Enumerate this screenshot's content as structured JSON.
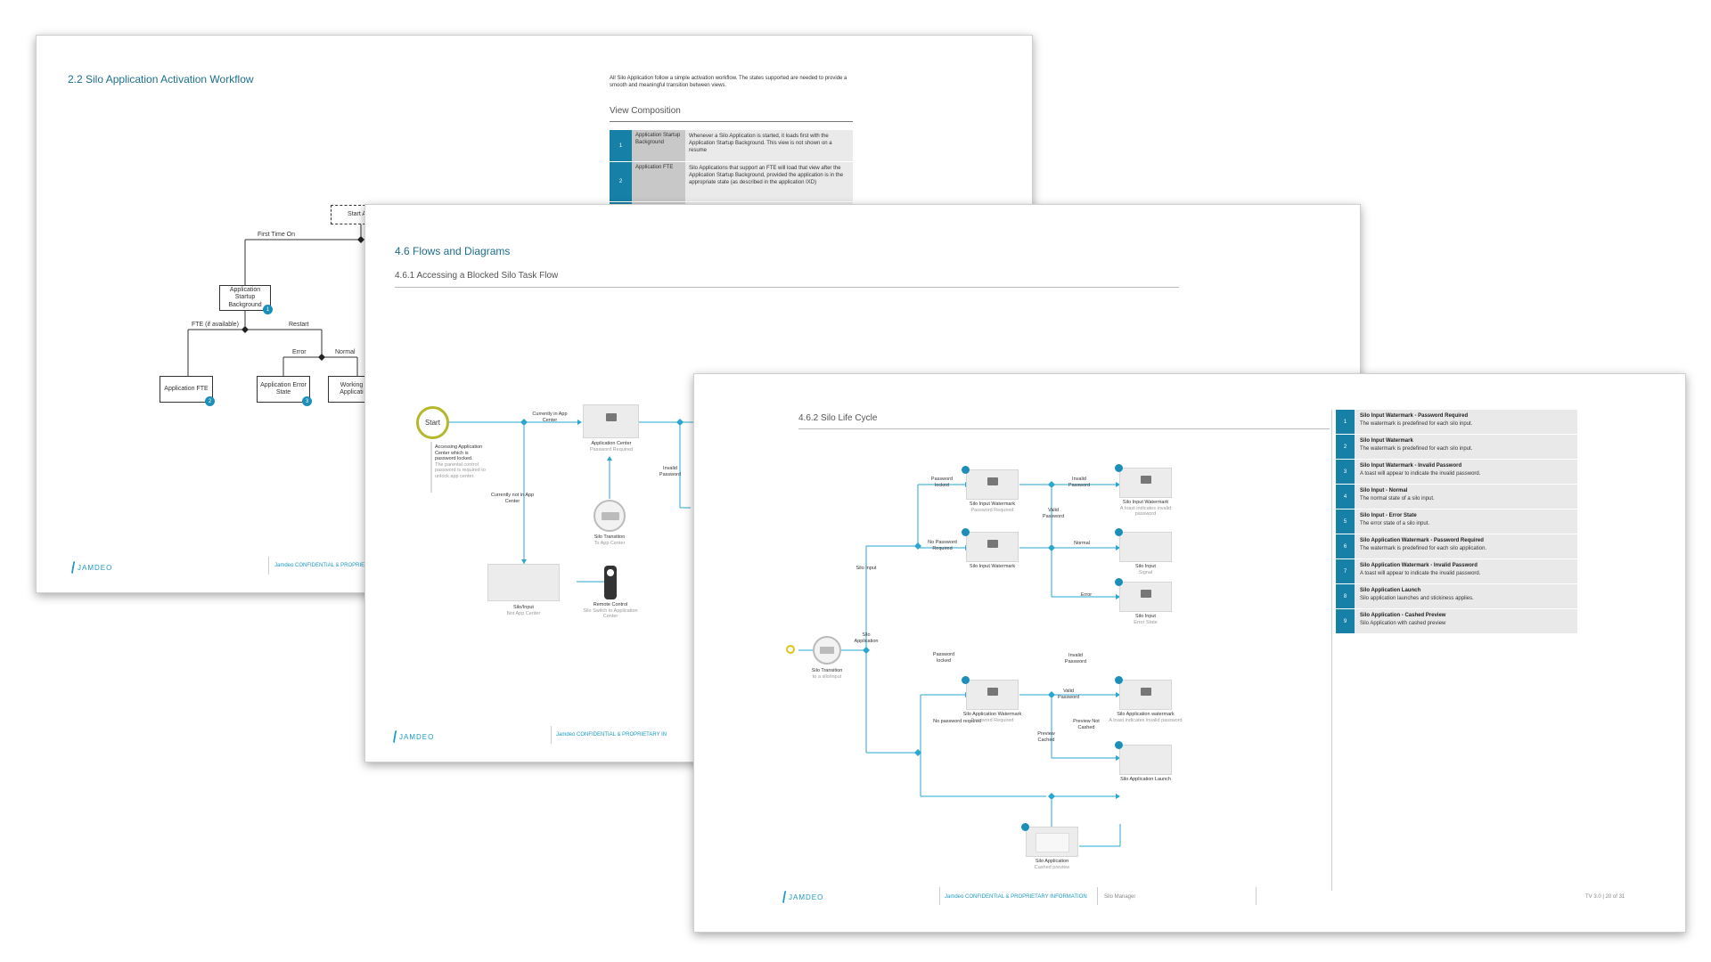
{
  "page1": {
    "section_title": "2.2  Silo Application Activation Workflow",
    "intro": "All Silo Application follow a simple activation workflow. The states supported are needed to  provide a smooth and meaningful transition  between views.",
    "view_composition_title": "View Composition",
    "table": [
      {
        "num": "1",
        "name": "Application Startup Background",
        "desc": "Whenever a Silo Application is started, it loads first with the Application Startup Background.  This view is not shown on a resume"
      },
      {
        "num": "2",
        "name": "Application FTE",
        "desc": "Silo Applications that support an FTE will load that view after the Application Startup Background, provided the application is in the appropriate state (as described in the application IXD)"
      }
    ],
    "diagram": {
      "start": "Start A",
      "first_time_on": "First Time On",
      "startup_bg": "Application Startup Background",
      "fte_if_available": "FTE (if available)",
      "restart": "Restart",
      "error": "Error",
      "normal": "Normal",
      "app_fte": "Application FTE",
      "app_error_state": "Application Error State",
      "working_app": "Working Applicati",
      "badge1": "1",
      "badge2": "2",
      "badge3": "3"
    },
    "footer": {
      "logo": "JAMDEO",
      "confidential": "Jamdeo CONFIDENTIAL & PROPRIETARY"
    }
  },
  "page2": {
    "section_title": "4.6  Flows and Diagrams",
    "subsection_title": "4.6.1  Accessing a Blocked Silo Task Flow",
    "diagram": {
      "start": "Start",
      "start_note_black": "Accessing Application Center which is password locked.",
      "start_note_grey": "The parental control password is required to unlock app center.",
      "currently_in": "Currently in App Center",
      "currently_not_in": "Currently not in App Center",
      "app_center": "Application Center",
      "app_center_sub": "Password Required",
      "silo_transition": "Silo Transition",
      "silo_transition_sub": "To App Center",
      "silo_input": "Silo/Input",
      "silo_input_sub": "Not App Center",
      "remote_control": "Remote Control",
      "remote_control_sub": "Silo Switch to Application Center",
      "invalid_password": "Invalid Password"
    },
    "footer": {
      "logo": "JAMDEO",
      "confidential": "Jamdeo CONFIDENTIAL & PROPRIETARY IN"
    }
  },
  "page3": {
    "subsection_title": "4.6.2  Silo Life Cycle",
    "legend": [
      {
        "num": "1",
        "title": "Silo Input Watermark - Password Required",
        "desc": "The watermark is predefined for each silo input."
      },
      {
        "num": "2",
        "title": "Silo Input Watermark",
        "desc": "The watermark is predefined for each silo input."
      },
      {
        "num": "3",
        "title": "Silo Input Watermark - Invalid Password",
        "desc": "A toast will appear to indicate the invalid password."
      },
      {
        "num": "4",
        "title": "Silo Input - Normal",
        "desc": "The normal state of a silo input."
      },
      {
        "num": "5",
        "title": "Silo Input - Error State",
        "desc": "The error state of a silo input."
      },
      {
        "num": "6",
        "title": "Silo Application Watermark - Password Required",
        "desc": "The watermark is predefined for each silo application."
      },
      {
        "num": "7",
        "title": "Silo Application Watermark - Invalid Password",
        "desc": "A toast will appear to indicate the invalid password."
      },
      {
        "num": "8",
        "title": "Silo Application Launch",
        "desc": "Silo application launches and stickiness applies."
      },
      {
        "num": "9",
        "title": "Silo Application - Cashed Preview",
        "desc": "Silo Application with cashed preview"
      }
    ],
    "diagram": {
      "silo_transition": "Silo Transition",
      "silo_transition_sub": "to a silo/input",
      "silo_input": "Silo Input",
      "silo_application": "Silo Application",
      "password_locked": "Password locked",
      "no_password_required": "No Password Required",
      "no_password_required_lower": "No password required",
      "invalid_password": "Invalid Password",
      "valid_password": "Valid Password",
      "normal": "Normal",
      "error": "Error",
      "preview_cached": "Preview Cached",
      "preview_not_cached": "Preview Not Cashed",
      "t1": "Silo Input Watermark",
      "t1s": "Password Required",
      "t2": "Silo Input Watermark",
      "t3": "Silo Input Watermark",
      "t3s": "A toast indicates invalid password",
      "t4": "Silo Input",
      "t4s": "Signal",
      "t5": "Silo Input",
      "t5s": "Error State",
      "t6": "Silo Application Watermark",
      "t6s": "Password Required",
      "t7": "Silo Application watermark",
      "t7s": "A toast indicates invalid password",
      "t8": "Silo Application Launch",
      "t9": "Silo Application",
      "t9s": "Cashed preview"
    },
    "footer": {
      "logo": "JAMDEO",
      "confidential": "Jamdeo CONFIDENTIAL & PROPRIETARY INFORMATION",
      "doc": "Silo Manager",
      "page": "TV 3.0 | 20 of 31"
    }
  },
  "colors": {
    "accent": "#1b9ac3",
    "heading": "#1d6e8c",
    "start_ring": "#b4b82a",
    "badge": "#1b8fb8"
  }
}
